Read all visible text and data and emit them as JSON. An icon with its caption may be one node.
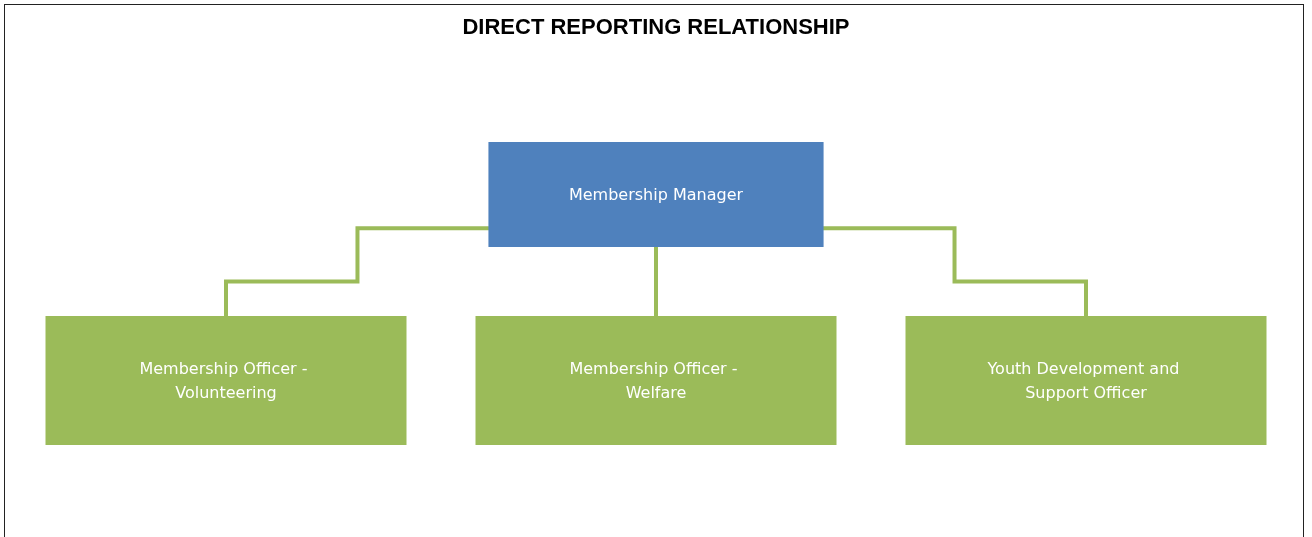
{
  "diagram": {
    "title": "DIRECT REPORTING RELATIONSHIP",
    "nodes": [
      {
        "text": [
          "Membership Manager"
        ]
      },
      {
        "text": [
          "Membership Officer - Volunteering"
        ]
      },
      {
        "text": [
          "Membership Officer - Welfare"
        ]
      },
      {
        "text": [
          "Youth Development and Support Officer"
        ]
      }
    ],
    "edges": [
      {
        "from": 0,
        "to": 1,
        "arrow": "none"
      },
      {
        "from": 0,
        "to": 2,
        "arrow": "none"
      },
      {
        "from": 0,
        "to": 3,
        "arrow": "none"
      }
    ]
  }
}
